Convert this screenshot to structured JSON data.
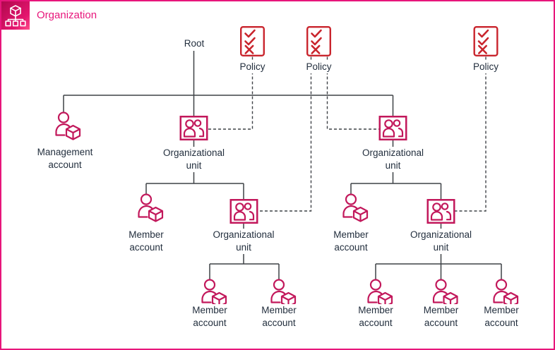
{
  "header": {
    "title": "Organization",
    "icon": "organizations-icon"
  },
  "colors": {
    "frame_pink": "#E7157B",
    "icon_pink": "#C2185B",
    "policy_red": "#C9252D",
    "line": "#3F4247",
    "label_text": "#232F3E",
    "header_gradient_start": "#B0084D",
    "header_gradient_end": "#FF4F8B"
  },
  "icons": {
    "organizations": "organizations-icon",
    "policy": "policy-checklist-icon",
    "account": "user-account-cube-icon",
    "organizational_unit": "organizational-unit-icon"
  },
  "diagram": {
    "root": {
      "label": "Root"
    },
    "policies": [
      {
        "label": "Policy"
      },
      {
        "label": "Policy"
      },
      {
        "label": "Policy"
      }
    ],
    "management_account": {
      "label": "Management account"
    },
    "organizational_units": [
      {
        "label": "Organizational unit"
      },
      {
        "label": "Organizational unit"
      },
      {
        "label": "Organizational unit"
      },
      {
        "label": "Organizational unit"
      }
    ],
    "member_accounts": [
      {
        "label": "Member account"
      },
      {
        "label": "Member account"
      },
      {
        "label": "Member account"
      },
      {
        "label": "Member account"
      },
      {
        "label": "Member account"
      },
      {
        "label": "Member account"
      },
      {
        "label": "Member account"
      }
    ]
  }
}
